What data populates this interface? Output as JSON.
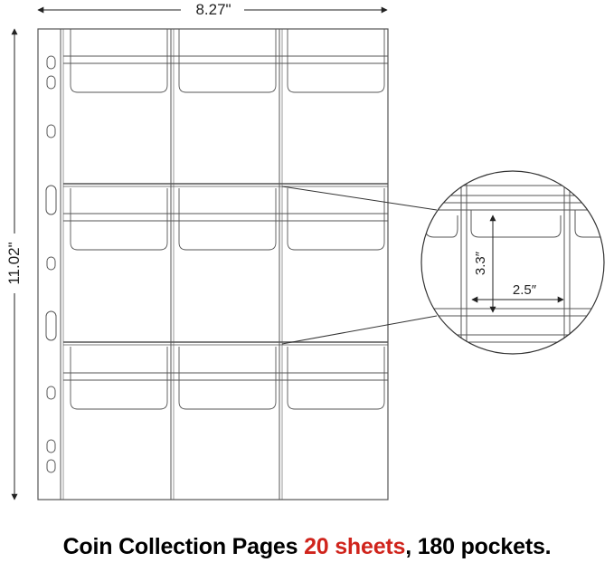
{
  "diagram": {
    "width_label": "8.27\"",
    "height_label": "11.02\"",
    "pocket_height_label": "3.3″",
    "pocket_width_label": "2.5″",
    "grid": {
      "rows": 3,
      "columns": 3
    },
    "line_color": "#555555",
    "dim_color": "#222222"
  },
  "caption": {
    "prefix": "Coin Collection Pages ",
    "highlight": "20 sheets",
    "suffix": ", 180 pockets.",
    "highlight_color": "#d0241c"
  }
}
